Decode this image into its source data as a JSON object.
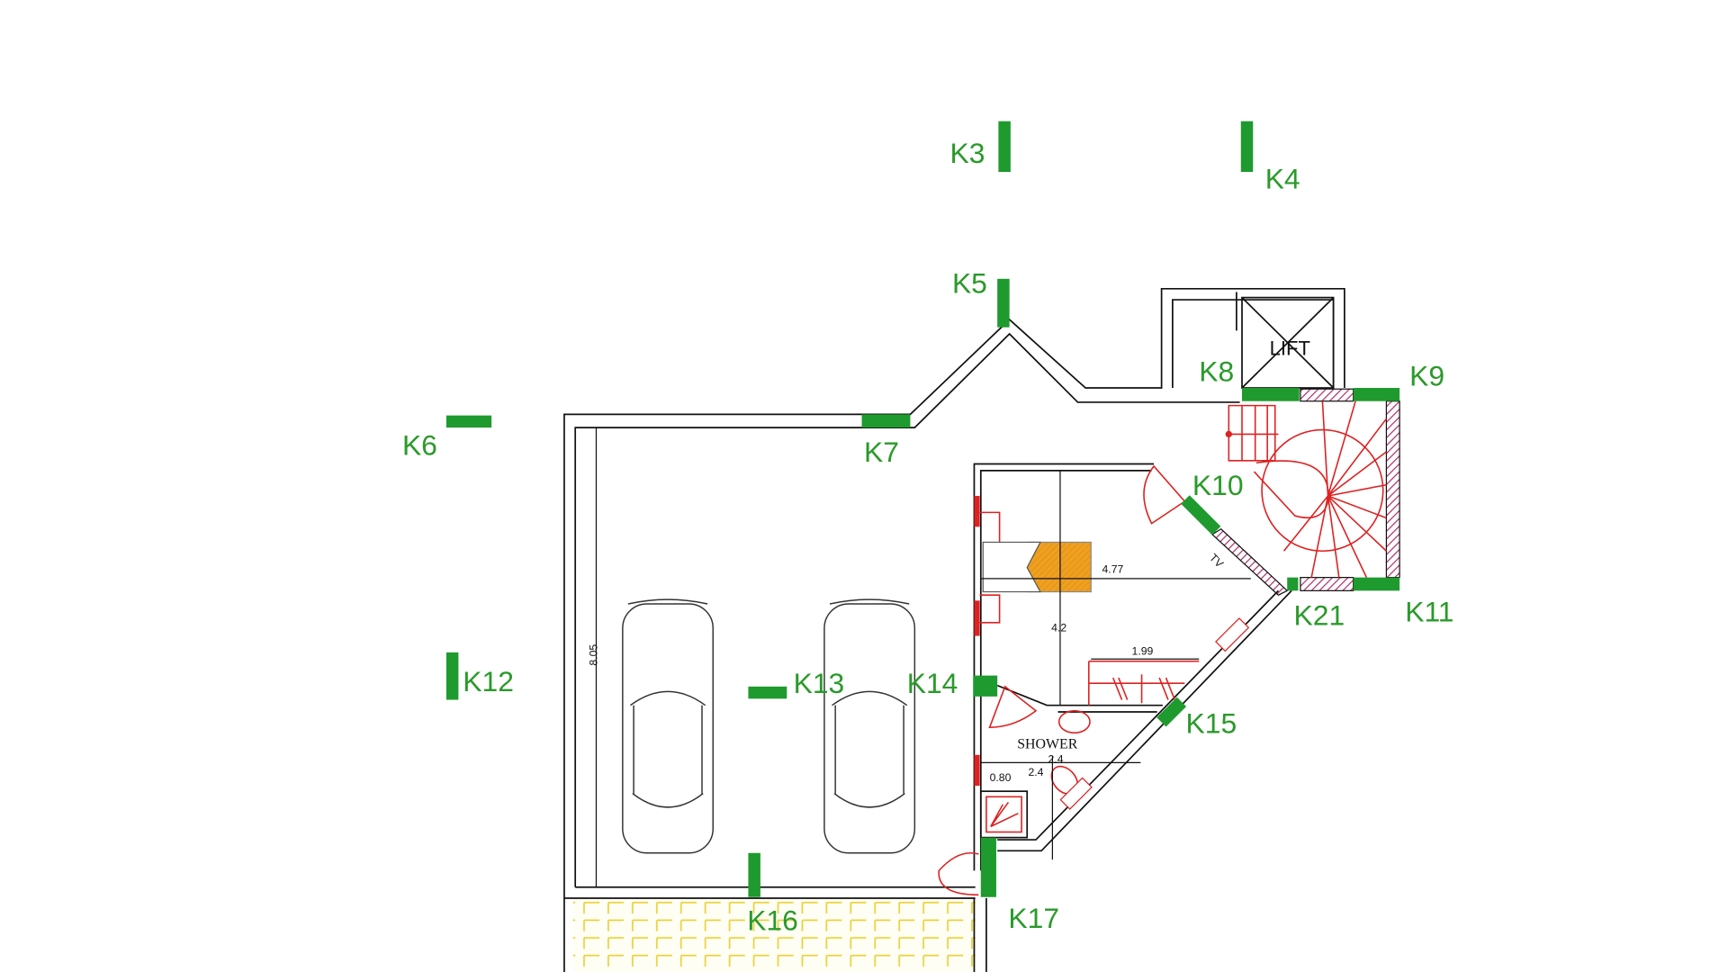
{
  "plan": {
    "labels": {
      "lift": "LIFT",
      "tv": "TV",
      "shower": "SHOWER"
    },
    "dimensions": {
      "garage_depth": "8.05",
      "room_width": "4.77",
      "room_depth": "4.2",
      "wardrobe": "1.99",
      "bath_width": "2.4",
      "bath_depth": "2.4",
      "shower_tray": "0.80"
    },
    "markers": {
      "k3": "K3",
      "k4": "K4",
      "k5": "K5",
      "k6": "K6",
      "k7": "K7",
      "k8": "K8",
      "k9": "K9",
      "k10": "K10",
      "k11": "K11",
      "k12": "K12",
      "k13": "K13",
      "k14": "K14",
      "k15": "K15",
      "k16": "K16",
      "k17": "K17",
      "k21": "K21"
    },
    "colors": {
      "marker": "#1f9a2e",
      "fixtures": "#dd2222",
      "hatch": "#b0306a",
      "fireplace": "#f0a020",
      "paving": "#e8d23a"
    }
  }
}
